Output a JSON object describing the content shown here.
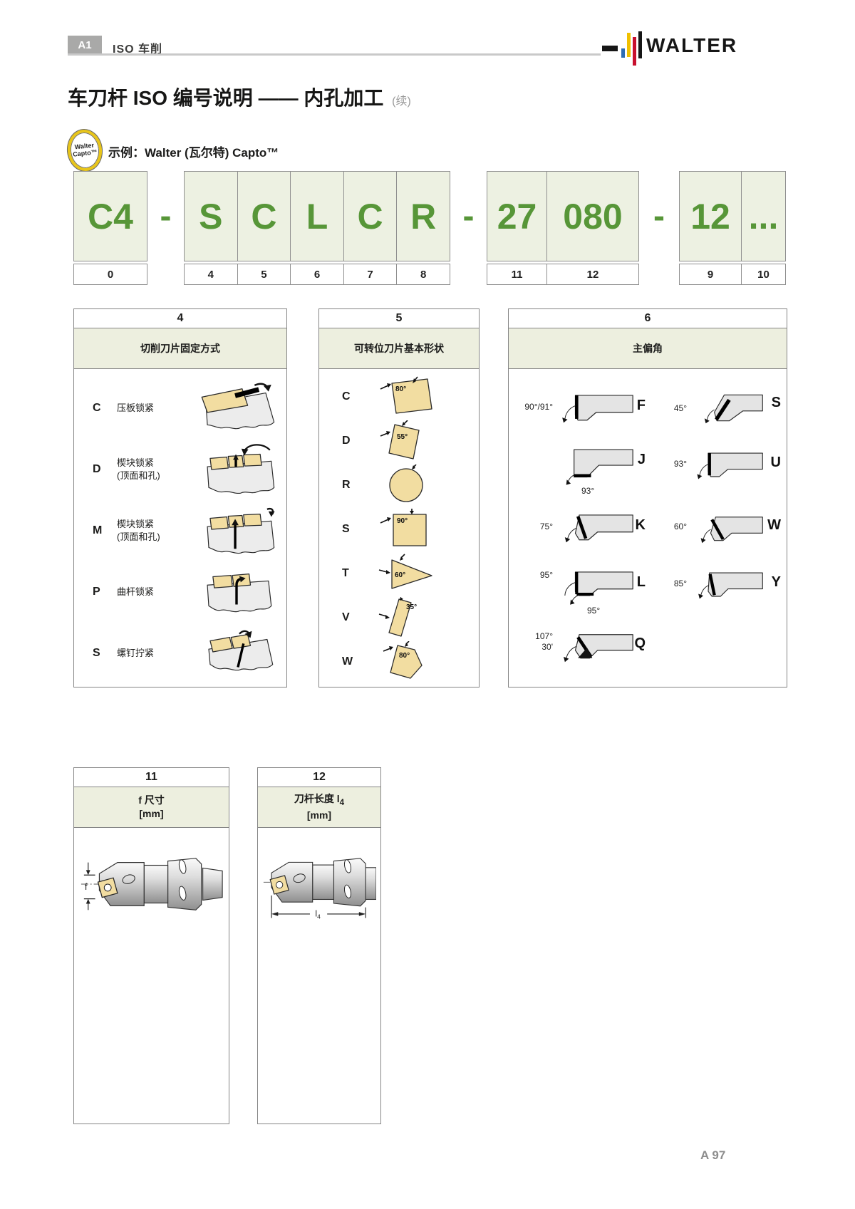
{
  "header": {
    "section_badge": "A1",
    "section_title": "ISO 车削",
    "brand": "WALTER"
  },
  "page": {
    "title": "车刀杆 ISO 编号说明 —— 内孔加工",
    "title_suffix": "(续)",
    "example_label": "示例：Walter (瓦尔特) Capto™",
    "capto_badge": [
      "Walter",
      "Capto™"
    ],
    "page_number": "A 97"
  },
  "brand_colors": {
    "walter_green": "#579638",
    "logo_yellow": "#f0c000",
    "logo_red": "#c8102e",
    "logo_blue": "#2f6db4",
    "insert_tan": "#f2dda1",
    "code_cell_bg": "#edf1e2",
    "subheader_bg": "#edefdf"
  },
  "code": {
    "separator": "-",
    "groups": [
      {
        "cells": [
          {
            "code": "C4",
            "num": "0"
          }
        ]
      },
      {
        "cells": [
          {
            "code": "S",
            "num": "4"
          },
          {
            "code": "C",
            "num": "5"
          },
          {
            "code": "L",
            "num": "6"
          },
          {
            "code": "C",
            "num": "7"
          },
          {
            "code": "R",
            "num": "8"
          }
        ]
      },
      {
        "cells": [
          {
            "code": "27",
            "num": "11"
          },
          {
            "code": "080",
            "num": "12"
          }
        ]
      },
      {
        "cells": [
          {
            "code": "12",
            "num": "9"
          },
          {
            "code": "...",
            "num": "10"
          }
        ]
      }
    ]
  },
  "panel4": {
    "number": "4",
    "title": "切削刀片固定方式",
    "items": [
      {
        "letter": "C",
        "label": "压板锁紧",
        "sublabel": ""
      },
      {
        "letter": "D",
        "label": "楔块锁紧",
        "sublabel": "(顶面和孔)"
      },
      {
        "letter": "M",
        "label": "楔块锁紧",
        "sublabel": "(顶面和孔)"
      },
      {
        "letter": "P",
        "label": "曲杆锁紧",
        "sublabel": ""
      },
      {
        "letter": "S",
        "label": "螺钉拧紧",
        "sublabel": ""
      }
    ]
  },
  "panel5": {
    "number": "5",
    "title": "可转位刀片基本形状",
    "items": [
      {
        "letter": "C",
        "angle": "80°"
      },
      {
        "letter": "D",
        "angle": "55°"
      },
      {
        "letter": "R",
        "angle": ""
      },
      {
        "letter": "S",
        "angle": "90°"
      },
      {
        "letter": "T",
        "angle": "60°"
      },
      {
        "letter": "V",
        "angle": "35°"
      },
      {
        "letter": "W",
        "angle": "80°"
      }
    ]
  },
  "panel6": {
    "number": "6",
    "title": "主偏角",
    "items": [
      {
        "letter": "F",
        "angle": "90°/91°"
      },
      {
        "letter": "S",
        "angle": "45°"
      },
      {
        "letter": "J",
        "angle": "93°"
      },
      {
        "letter": "U",
        "angle": "93°"
      },
      {
        "letter": "K",
        "angle": "75°"
      },
      {
        "letter": "W",
        "angle": "60°"
      },
      {
        "letter": "L",
        "angle": "95°",
        "angle2": "95°"
      },
      {
        "letter": "Y",
        "angle": "85°"
      },
      {
        "letter": "Q",
        "angle": "107°",
        "angle2": "30'"
      }
    ]
  },
  "panel11": {
    "number": "11",
    "title": "f 尺寸",
    "unit": "[mm]",
    "dim": "f"
  },
  "panel12": {
    "number": "12",
    "title": "刀杆长度 l",
    "title_sub": "4",
    "unit": "[mm]",
    "dim": "l",
    "dim_sub": "4"
  }
}
